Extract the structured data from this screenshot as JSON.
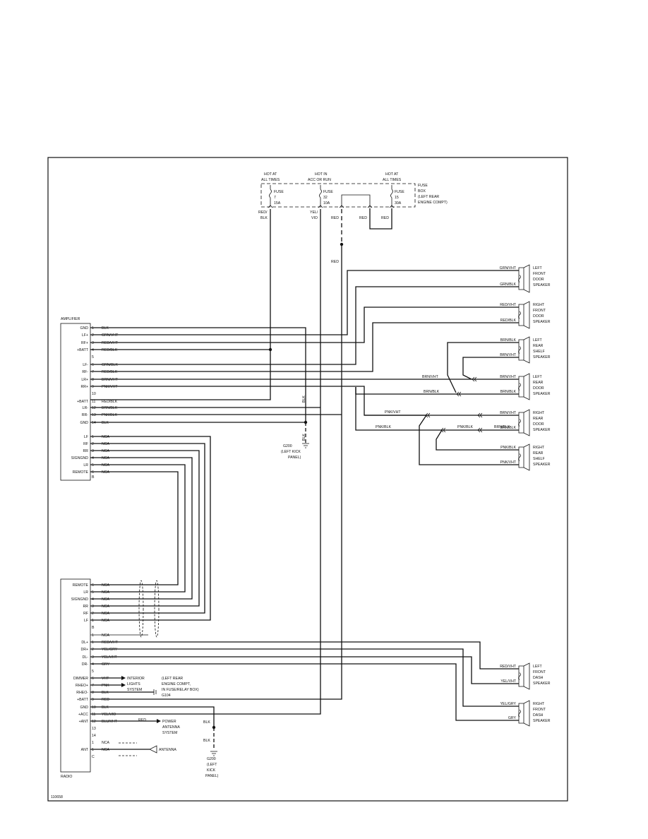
{
  "fuse_box": {
    "label": [
      "FUSE",
      "BOX",
      "(LEFT REAR",
      "ENGINE COMPT)"
    ],
    "fuses": [
      {
        "hot": [
          "HOT AT",
          "ALL TIMES"
        ],
        "name": "FUSE",
        "num": "7",
        "amp": "15A"
      },
      {
        "hot": [
          "HOT IN",
          "ACC OR RUN"
        ],
        "name": "FUSE",
        "num": "32",
        "amp": "10A"
      },
      {
        "hot": [
          "HOT AT",
          "ALL TIMES"
        ],
        "name": "FUSE",
        "num": "15",
        "amp": "30A"
      }
    ],
    "wire_labels": [
      "RED/",
      "BLK",
      "YEL/",
      "VIO",
      "RED",
      "RED",
      "RED",
      "RED"
    ]
  },
  "amplifier": {
    "title": "AMPLIFIER",
    "letter_b": "B",
    "pins_a": [
      {
        "n": "1",
        "label": "GND",
        "wire": "BLK"
      },
      {
        "n": "2",
        "label": "LF+",
        "wire": "GRN/VHT"
      },
      {
        "n": "3",
        "label": "RF+",
        "wire": "RED/VHT"
      },
      {
        "n": "4",
        "label": "+BATT",
        "wire": "RED/BLK"
      },
      {
        "n": "5",
        "label": "",
        "wire": ""
      },
      {
        "n": "6",
        "label": "LF-",
        "wire": "GRN/BLK"
      },
      {
        "n": "7",
        "label": "RF-",
        "wire": "RED/BLK"
      },
      {
        "n": "8",
        "label": "LR+",
        "wire": "BRN/VHT"
      },
      {
        "n": "9",
        "label": "RR+",
        "wire": "PNK/VHT"
      },
      {
        "n": "10",
        "label": "",
        "wire": ""
      },
      {
        "n": "11",
        "label": "+BATT",
        "wire": "RED/BLK"
      },
      {
        "n": "12",
        "label": "LR-",
        "wire": "BRN/BLK"
      },
      {
        "n": "13",
        "label": "RR-",
        "wire": "PNK/BLK"
      },
      {
        "n": "14",
        "label": "GND",
        "wire": "BLK"
      }
    ],
    "pins_b": [
      {
        "n": "1",
        "label": "LF",
        "wire": "NCA"
      },
      {
        "n": "2",
        "label": "RF",
        "wire": "NCA"
      },
      {
        "n": "3",
        "label": "RR",
        "wire": "NCA"
      },
      {
        "n": "4",
        "label": "SIGNGND",
        "wire": "NCA"
      },
      {
        "n": "5",
        "label": "LR",
        "wire": "NCA"
      },
      {
        "n": "6",
        "label": "REMOTE",
        "wire": "NCA"
      }
    ]
  },
  "radio": {
    "title": "RADIO",
    "letter_b": "B",
    "letter_c": "C",
    "pins_b": [
      {
        "n": "6",
        "label": "REMOTE",
        "wire": "NCA"
      },
      {
        "n": "5",
        "label": "LR",
        "wire": "NCA"
      },
      {
        "n": "4",
        "label": "SIGNGND",
        "wire": "NCA"
      },
      {
        "n": "3",
        "label": "RR",
        "wire": "NCA"
      },
      {
        "n": "2",
        "label": "RF",
        "wire": "NCA"
      },
      {
        "n": "1",
        "label": "LF",
        "wire": "NCA"
      }
    ],
    "pins_a": [
      {
        "n": "1",
        "label": "",
        "wire": "NCA"
      },
      {
        "n": "1",
        "label": "DL+",
        "wire": "RED/VHT"
      },
      {
        "n": "2",
        "label": "DR+",
        "wire": "YEL/GRY"
      },
      {
        "n": "3",
        "label": "DL-",
        "wire": "YEL/VHT"
      },
      {
        "n": "4",
        "label": "DR-",
        "wire": "GRY"
      },
      {
        "n": "5",
        "label": "",
        "wire": ""
      },
      {
        "n": "6",
        "label": "DIMMER",
        "wire": "VHT"
      },
      {
        "n": "7",
        "label": "RHEO+",
        "wire": "PNK"
      },
      {
        "n": "8",
        "label": "RHEO-",
        "wire": "BLK"
      },
      {
        "n": "9",
        "label": "+BATT",
        "wire": "RED"
      },
      {
        "n": "10",
        "label": "GND",
        "wire": "BLK"
      },
      {
        "n": "11",
        "label": "+ACC",
        "wire": "YEL/VIO"
      },
      {
        "n": "12",
        "label": "+ANT",
        "wire": "BLU/VHT"
      },
      {
        "n": "13",
        "label": "",
        "wire": ""
      },
      {
        "n": "14",
        "label": "",
        "wire": ""
      }
    ],
    "pins_c": [
      {
        "n": "1",
        "label": "",
        "wire": "NCA"
      },
      {
        "n": "1",
        "label": "ANT",
        "wire": "NCA"
      }
    ],
    "destinations": {
      "interior": [
        "INTERIOR",
        "LIGHTS",
        "SYSTEM"
      ],
      "g104_note": [
        "(LEFT REAR",
        "ENGINE COMPT,",
        "IN FUSE/RELAY BOX)"
      ],
      "g104": "G104",
      "power_antenna": [
        "POWER",
        "ANTENNA",
        "SYSTEM"
      ],
      "power_antenna_wire": "RED",
      "antenna": "ANTENNA"
    }
  },
  "speakers": [
    {
      "name": [
        "LEFT",
        "FRONT",
        "DOOR",
        "SPEAKER"
      ],
      "wires": [
        "GRN/VHT",
        "GRN/BLK"
      ]
    },
    {
      "name": [
        "RIGHT",
        "FRONT",
        "DOOR",
        "SPEAKER"
      ],
      "wires": [
        "RED/VHT",
        "RED/BLK"
      ]
    },
    {
      "name": [
        "LEFT",
        "REAR",
        "SHELF",
        "SPEAKER"
      ],
      "wires": [
        "BRN/BLK",
        "BRN/VHT"
      ]
    },
    {
      "name": [
        "LEFT",
        "REAR",
        "DOOR",
        "SPEAKER"
      ],
      "wires": [
        "BRN/VHT",
        "BRN/BLK"
      ]
    },
    {
      "name": [
        "RIGHT",
        "REAR",
        "DOOR",
        "SPEAKER"
      ],
      "wires": [
        "BRN/VHT",
        "BRN/BLK"
      ]
    },
    {
      "name": [
        "RIGHT",
        "REAR",
        "SHELF",
        "SPEAKER"
      ],
      "wires": [
        "PNK/BLK",
        "PNK/VHT"
      ]
    },
    {
      "name": [
        "LEFT",
        "FRONT",
        "DASH",
        "SPEAKER"
      ],
      "wires": [
        "RED/VHT",
        "YEL/VHT"
      ]
    },
    {
      "name": [
        "RIGHT",
        "FRONT",
        "DASH",
        "SPEAKER"
      ],
      "wires": [
        "YEL/GRY",
        "GRY"
      ]
    }
  ],
  "splice_wires": {
    "amp_lr_plus": "BRN/VHT",
    "amp_lr_minus": "BRN/BLK",
    "amp_rr_plus": "PNK/VHT",
    "amp_rr_minus": "PNK/BLK",
    "right_rear_door_minus": "BRN/BLK",
    "right_rear_door_minus_split": "PNK/BLK"
  },
  "grounds": [
    {
      "label": [
        "G200",
        "(LEFT KICK",
        "PANEL)"
      ],
      "wire": "BLK"
    },
    {
      "label": [
        "G200",
        "(LEFT",
        "KICK",
        "PANEL)"
      ],
      "wire": "BLK"
    }
  ],
  "misc_labels": {
    "red_trunk": "RED",
    "blk_vertical": "BLK",
    "blk_under": "BLK"
  },
  "figure_id": "110658"
}
